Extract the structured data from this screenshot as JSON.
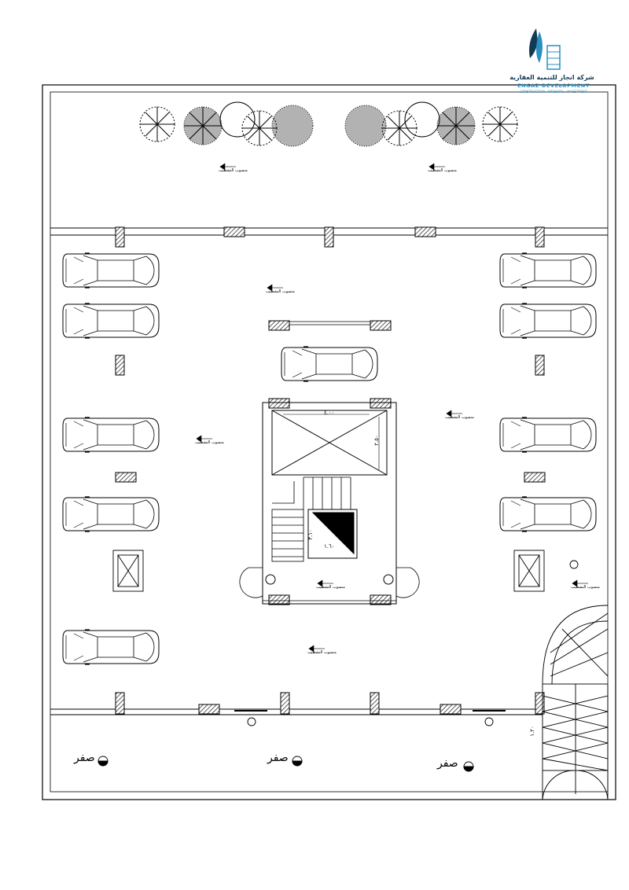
{
  "logo": {
    "company_ar": "شركة انجاز للتنمية العقارية",
    "company_en": "ENGAZ DEVELOPMENT",
    "tagline": "CONSTRUCTION · FINISHING · INVESTMENT"
  },
  "levels": {
    "zero": "صفر"
  },
  "level_notes": {
    "parking": "منسوب التشطيب"
  },
  "dimensions": {
    "elevator_width": "٤.٠٠",
    "elevator_depth": "٢.٥٠",
    "stair_flight": "١.٦٠",
    "ramp_width": "٣.١٠",
    "side_gap": "١.٢٠"
  },
  "colors": {
    "line": "#000000",
    "hatch": "#555555",
    "logo_dark": "#123a55",
    "logo_blue": "#2a8fc1"
  }
}
